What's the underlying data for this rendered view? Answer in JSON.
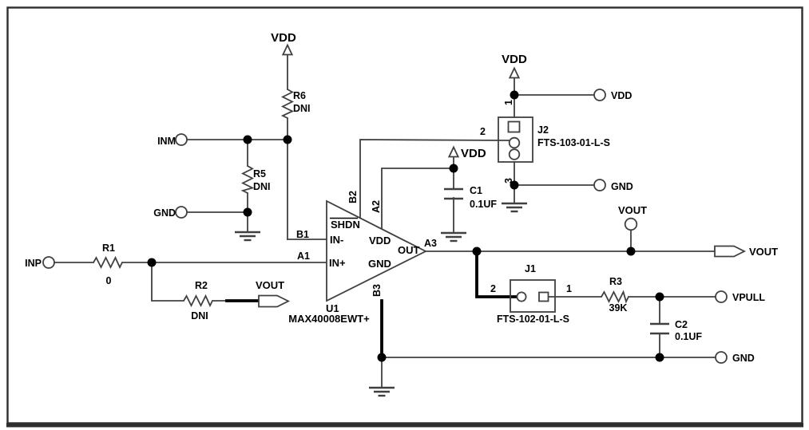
{
  "nets": {
    "vdd": "VDD",
    "gnd": "GND",
    "inm": "INM",
    "inp": "INP",
    "vout": "VOUT",
    "vpull": "VPULL"
  },
  "components": {
    "u1": {
      "ref": "U1",
      "part": "MAX40008EWT+",
      "pins": {
        "b1": "B1",
        "a1": "A1",
        "b2": "B2",
        "a2": "A2",
        "a3": "A3",
        "b3": "B3"
      },
      "ports": {
        "shdn": "SHDN",
        "in_minus": "IN-",
        "in_plus": "IN+",
        "vdd": "VDD",
        "gnd": "GND",
        "out": "OUT"
      }
    },
    "r1": {
      "ref": "R1",
      "value": "0"
    },
    "r2": {
      "ref": "R2",
      "value": "DNI"
    },
    "r3": {
      "ref": "R3",
      "value": "39K"
    },
    "r5": {
      "ref": "R5",
      "value": "DNI"
    },
    "r6": {
      "ref": "R6",
      "value": "DNI"
    },
    "c1": {
      "ref": "C1",
      "value": "0.1UF"
    },
    "c2": {
      "ref": "C2",
      "value": "0.1UF"
    },
    "j1": {
      "ref": "J1",
      "part": "FTS-102-01-L-S",
      "pins": {
        "p1": "1",
        "p2": "2"
      }
    },
    "j2": {
      "ref": "J2",
      "part": "FTS-103-01-L-S",
      "pins": {
        "p1": "1",
        "p2": "2",
        "p3": "3"
      }
    }
  },
  "colors": {
    "wire": "#404040",
    "bold_wire": "#000000",
    "text": "#000000",
    "background": "#ffffff"
  }
}
